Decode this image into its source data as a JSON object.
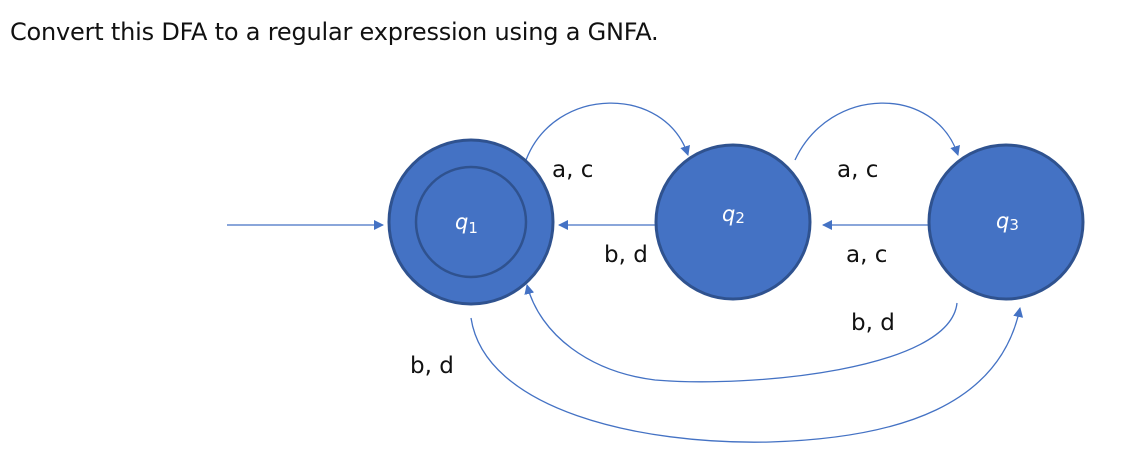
{
  "prompt": "Convert this DFA to a regular expression using a GNFA.",
  "colors": {
    "state_fill": "#4472C4",
    "state_stroke": "#2F528F",
    "edge": "#4472C4",
    "text": "#111111"
  },
  "states": [
    {
      "id": "q1",
      "label_main": "q",
      "label_sub": "1",
      "accepting": true,
      "start": true
    },
    {
      "id": "q2",
      "label_main": "q",
      "label_sub": "2",
      "accepting": false,
      "start": false
    },
    {
      "id": "q3",
      "label_main": "q",
      "label_sub": "3",
      "accepting": false,
      "start": false
    }
  ],
  "transitions": [
    {
      "from": "q1",
      "to": "q2",
      "label": "a, c"
    },
    {
      "from": "q2",
      "to": "q1",
      "label": "b, d"
    },
    {
      "from": "q2",
      "to": "q3",
      "label": "a, c"
    },
    {
      "from": "q3",
      "to": "q2",
      "label": "a, c"
    },
    {
      "from": "q3",
      "to": "q1",
      "label": "b, d"
    },
    {
      "from": "q1",
      "to": "q3",
      "label": "b, d"
    }
  ]
}
